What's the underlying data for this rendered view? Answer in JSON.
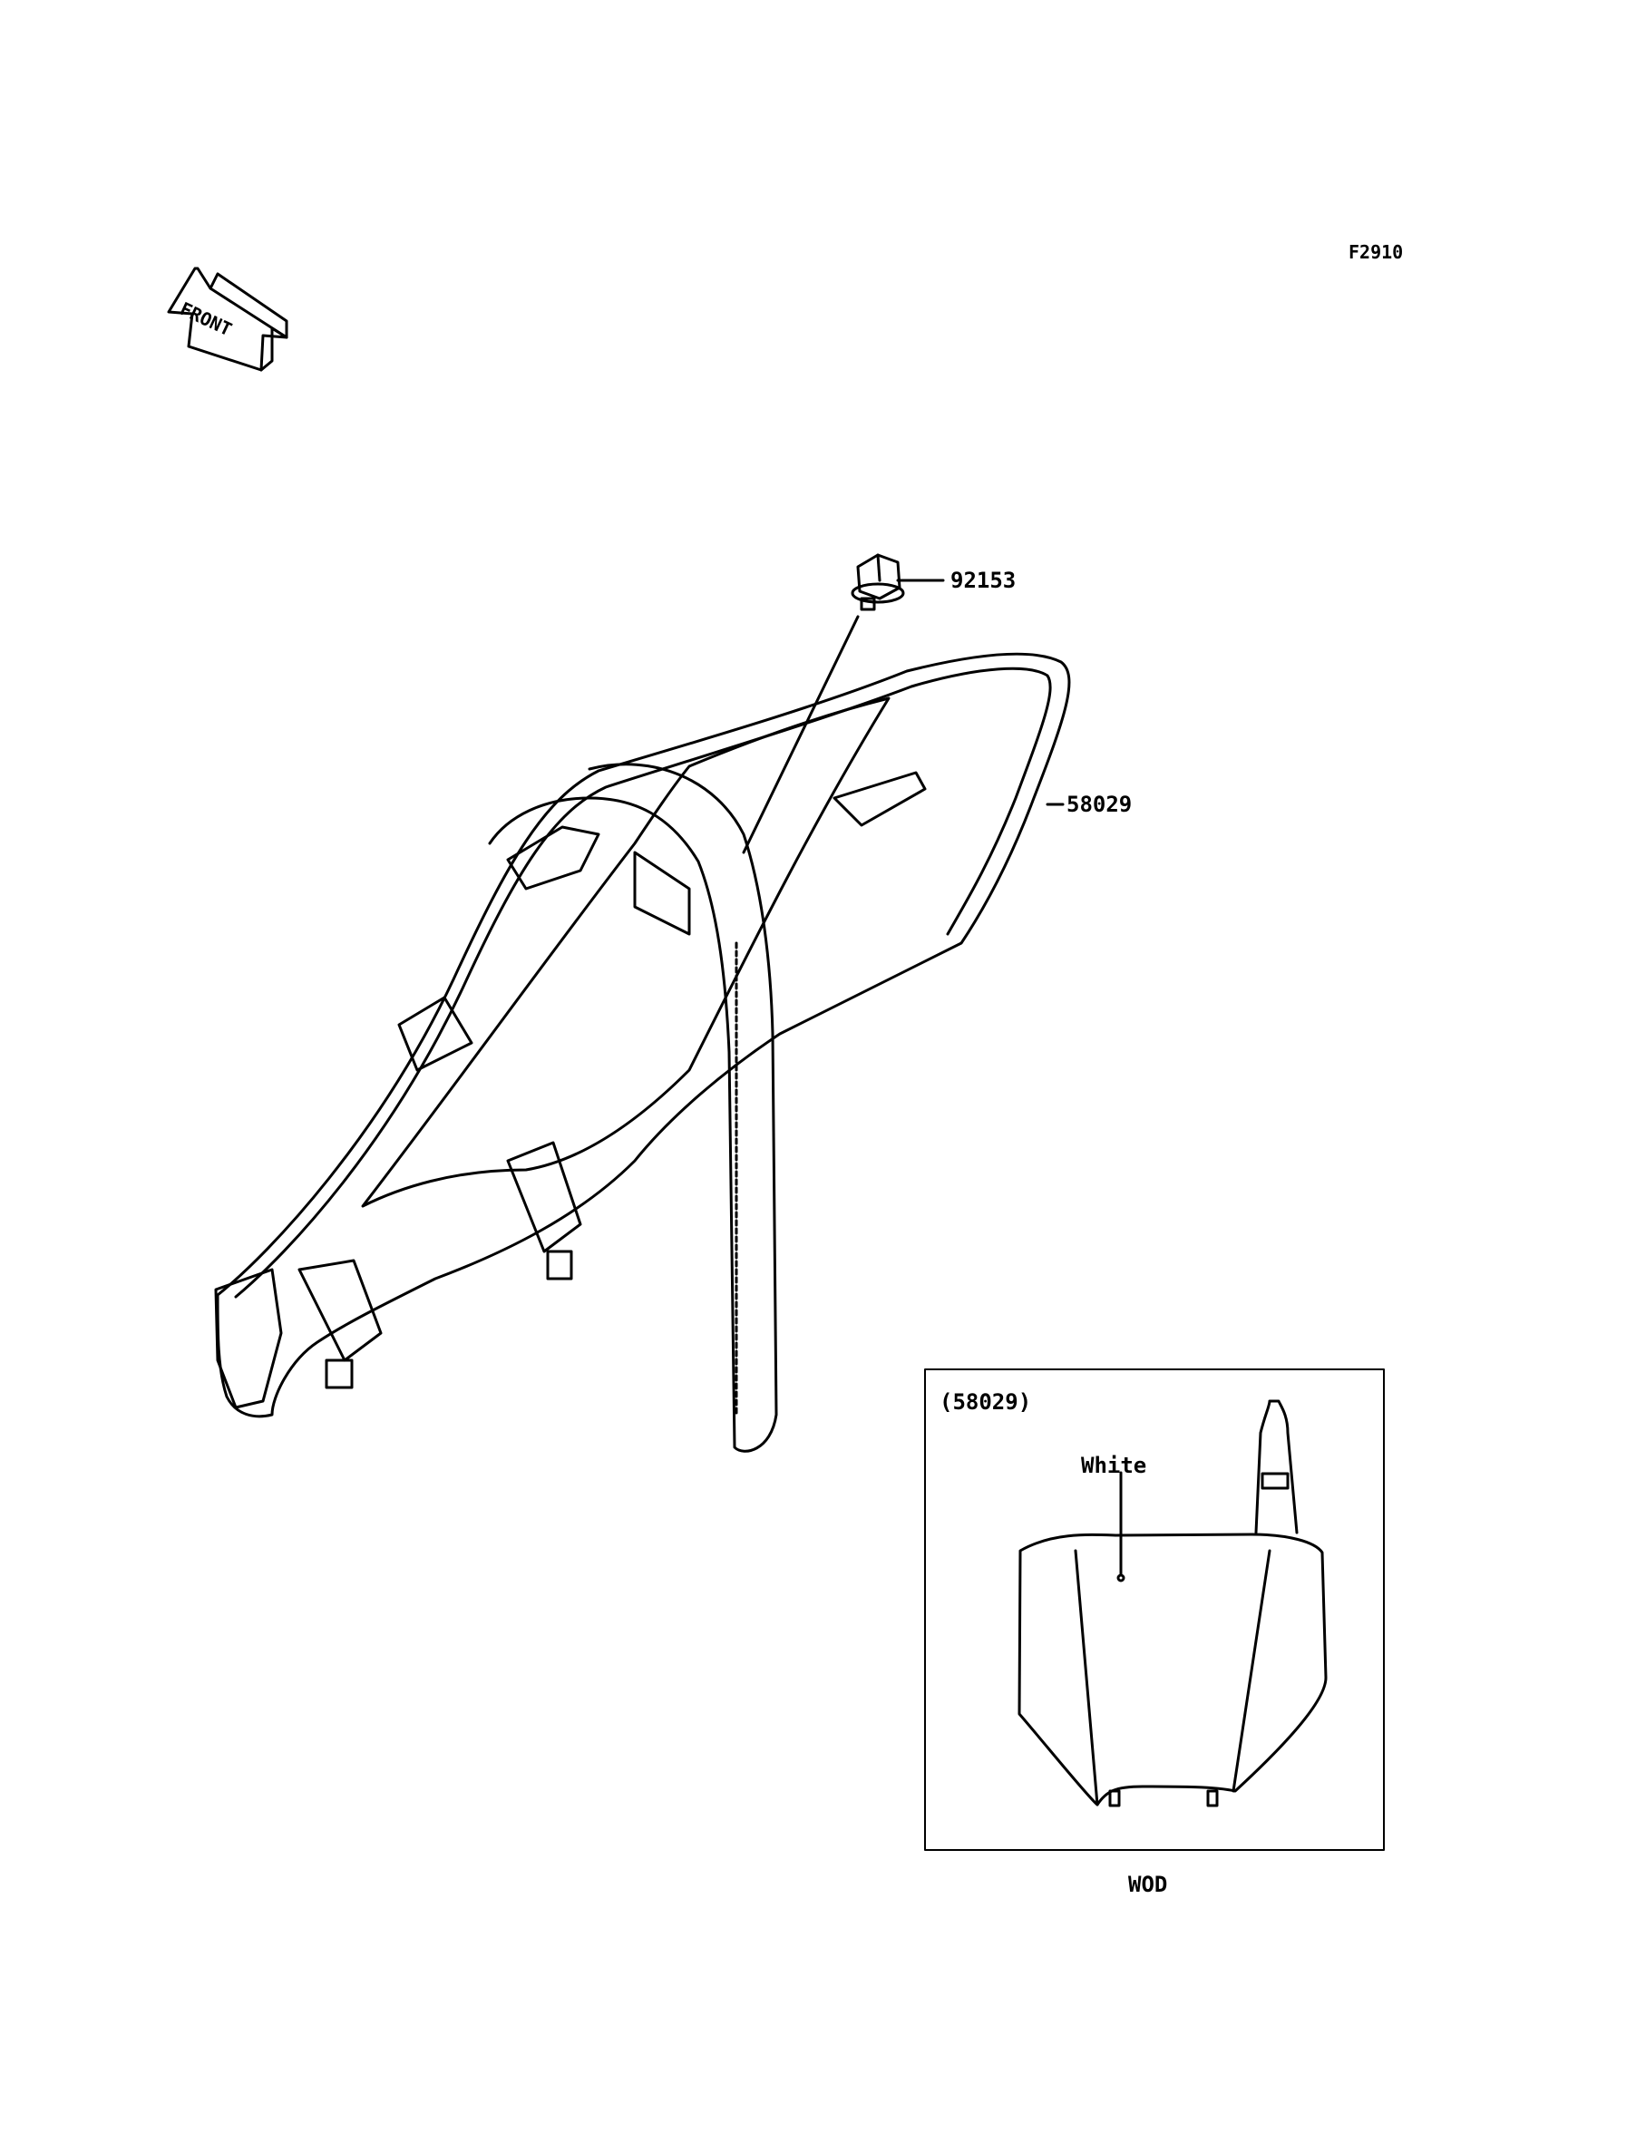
{
  "figure_code": "F2910",
  "direction_label": "FRONT",
  "parts": {
    "bolt": "92153",
    "number_plate": "58029"
  },
  "inset": {
    "title": "(58029)",
    "color_note": "White",
    "caption": "WOD"
  },
  "colors": {
    "line": "#000000",
    "background": "#ffffff"
  }
}
